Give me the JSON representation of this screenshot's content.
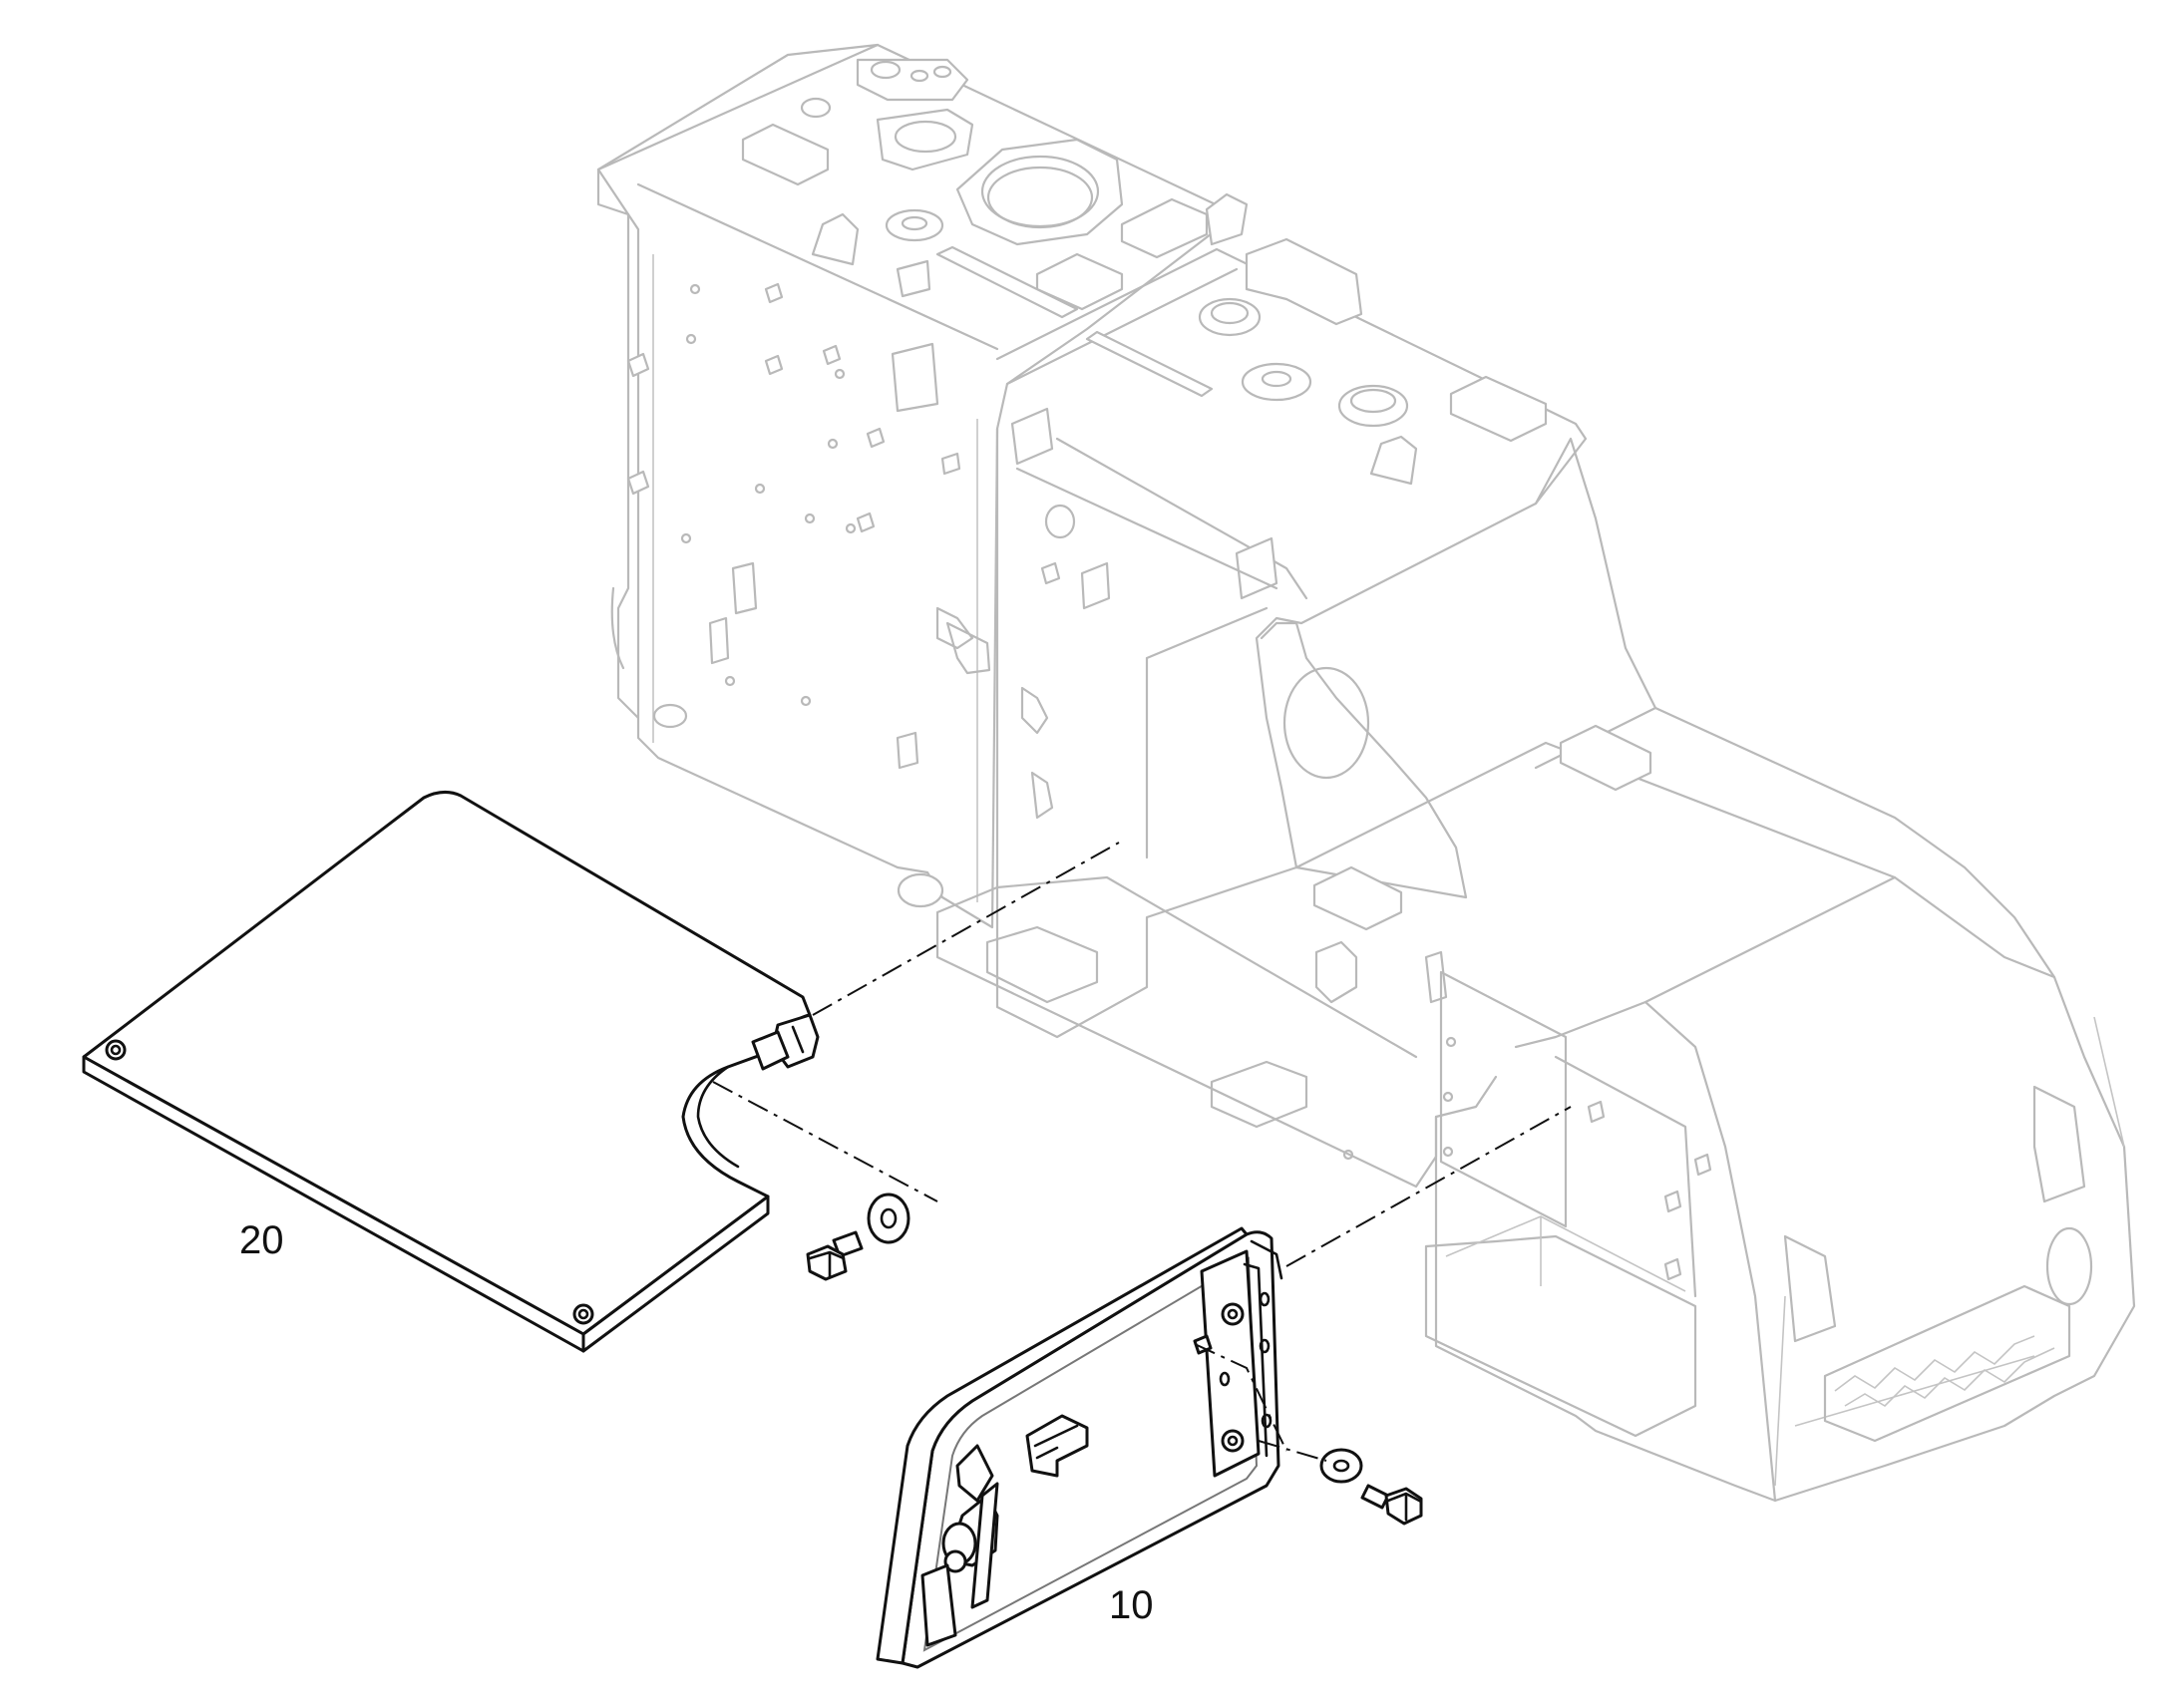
{
  "callouts": [
    {
      "id": "item-20",
      "text": "20"
    },
    {
      "id": "item-10",
      "text": "10"
    }
  ]
}
